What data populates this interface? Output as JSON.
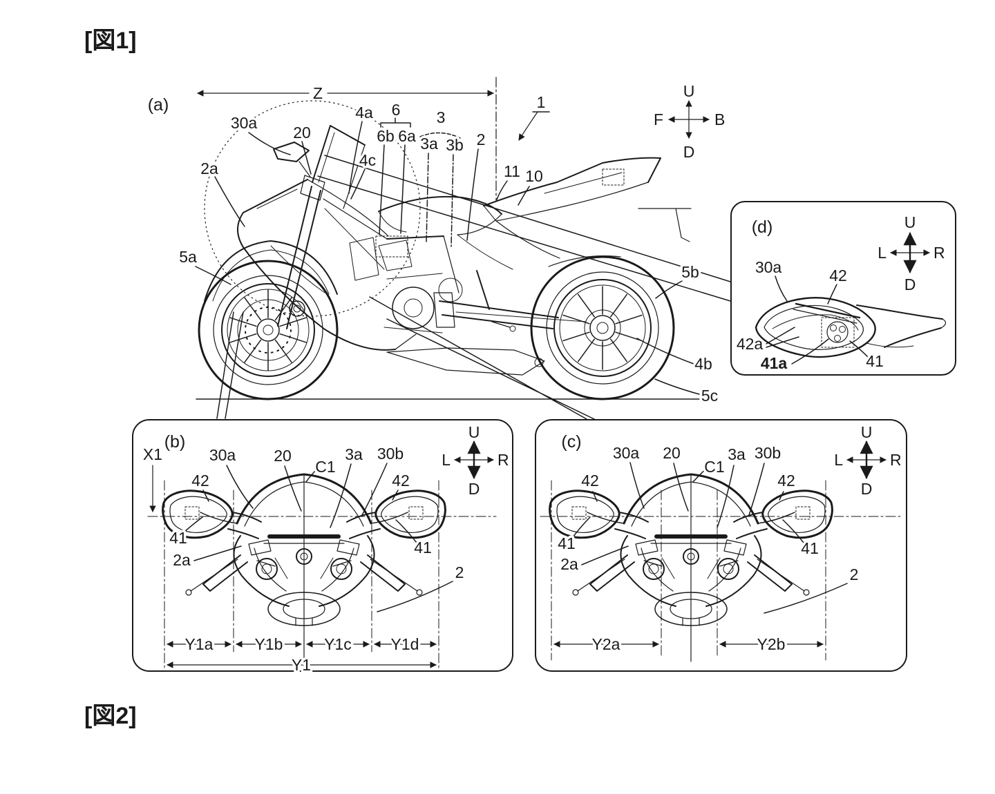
{
  "figure_titles": {
    "fig1": "[図1]",
    "fig2": "[図2]"
  },
  "colors": {
    "ink": "#1a1a1a",
    "paper": "#ffffff"
  },
  "panel_a": {
    "tag": "(a)",
    "dimension_z": "Z",
    "labels": {
      "l1": "1",
      "l30a": "30a",
      "l20": "20",
      "l2a": "2a",
      "l4a": "4a",
      "l4c": "4c",
      "l6": "6",
      "l6b": "6b",
      "l6a": "6a",
      "l3": "3",
      "l3a": "3a",
      "l3b": "3b",
      "l2": "2",
      "l11": "11",
      "l10": "10",
      "l5a": "5a",
      "l5b": "5b",
      "l4b": "4b",
      "l5c": "5c"
    },
    "compass": {
      "up": "U",
      "down": "D",
      "left": "F",
      "right": "B"
    }
  },
  "panel_b": {
    "tag": "(b)",
    "ref_x1": "X1",
    "labels": {
      "l30a": "30a",
      "l20": "20",
      "lc1": "C1",
      "l3a": "3a",
      "l30b": "30b",
      "l42": "42",
      "l41": "41",
      "l2a": "2a",
      "l2": "2"
    },
    "dims": {
      "y1a": "Y1a",
      "y1b": "Y1b",
      "y1c": "Y1c",
      "y1d": "Y1d",
      "y1": "Y1"
    },
    "compass": {
      "up": "U",
      "down": "D",
      "left": "L",
      "right": "R"
    }
  },
  "panel_c": {
    "tag": "(c)",
    "labels": {
      "l30a": "30a",
      "l20": "20",
      "lc1": "C1",
      "l3a": "3a",
      "l30b": "30b",
      "l42": "42",
      "l41": "41",
      "l2a": "2a",
      "l2": "2"
    },
    "dims": {
      "y2a": "Y2a",
      "y2b": "Y2b"
    },
    "compass": {
      "up": "U",
      "down": "D",
      "left": "L",
      "right": "R"
    }
  },
  "panel_d": {
    "tag": "(d)",
    "labels": {
      "l30a": "30a",
      "l42": "42",
      "l42a": "42a",
      "l41a": "41a",
      "l41": "41"
    },
    "compass": {
      "up": "U",
      "down": "D",
      "left": "L",
      "right": "R"
    }
  }
}
